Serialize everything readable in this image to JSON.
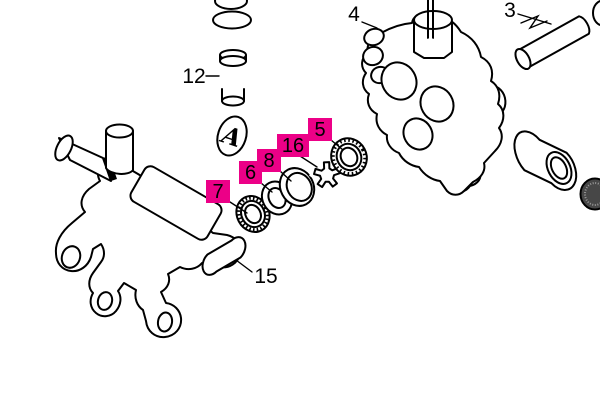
{
  "diagram": {
    "kind": "exploded-parts-diagram",
    "background_color": "#ffffff",
    "line_color": "#000000",
    "highlight_color": "#EC0087",
    "marker": {
      "label": "A"
    },
    "callouts_plain": [
      {
        "id": "12",
        "label": "12"
      },
      {
        "id": "4",
        "label": "4"
      },
      {
        "id": "3",
        "label": "3"
      },
      {
        "id": "15",
        "label": "15"
      }
    ],
    "callouts_highlighted": [
      {
        "id": "7",
        "label": "7"
      },
      {
        "id": "6",
        "label": "6"
      },
      {
        "id": "8",
        "label": "8"
      },
      {
        "id": "16",
        "label": "16"
      },
      {
        "id": "5",
        "label": "5"
      }
    ]
  }
}
